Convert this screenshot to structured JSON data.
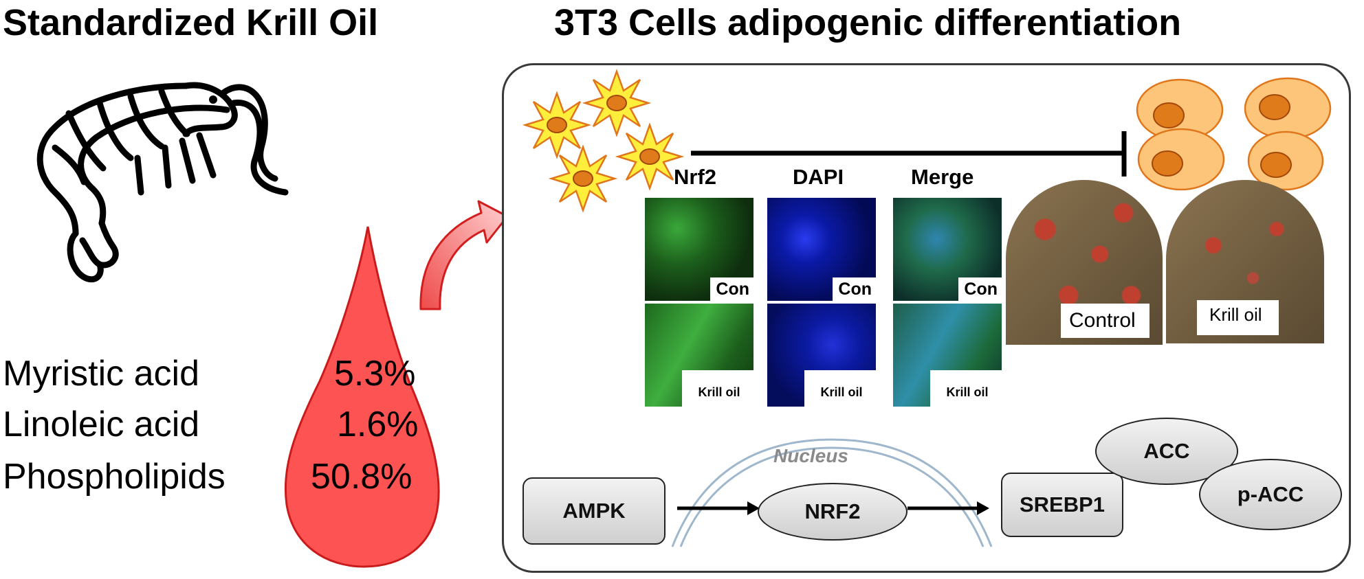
{
  "left_title": "Standardized Krill Oil",
  "right_title": "3T3 Cells adipogenic differentiation",
  "composition": [
    {
      "name": "Myristic acid",
      "value": "5.3%"
    },
    {
      "name": "Linoleic acid",
      "value": "1.6%"
    },
    {
      "name": "Phospholipids",
      "value": "50.8%"
    }
  ],
  "microscopy": {
    "columns": [
      "Nrf2",
      "DAPI",
      "Merge"
    ],
    "row_labels": [
      "Con",
      "Krill oil"
    ]
  },
  "staining": {
    "control": "Control",
    "krill": "Krill oil"
  },
  "pathway": {
    "nucleus": "Nucleus",
    "ampk": "AMPK",
    "nrf2": "NRF2",
    "srebp1": "SREBP1",
    "acc": "ACC",
    "pacc": "p-ACC"
  },
  "colors": {
    "drop_red": "#fe5353",
    "cell_yellow": "#ffef3c",
    "cell_orange": "#e07b1b",
    "adipocyte": "#fcc579",
    "nrf2_green": "#2f9a2f",
    "dapi_blue": "#0c1a9c"
  },
  "icons": [
    "shrimp-icon",
    "oil-drop-icon",
    "preadipocyte-icon",
    "adipocyte-icon"
  ]
}
